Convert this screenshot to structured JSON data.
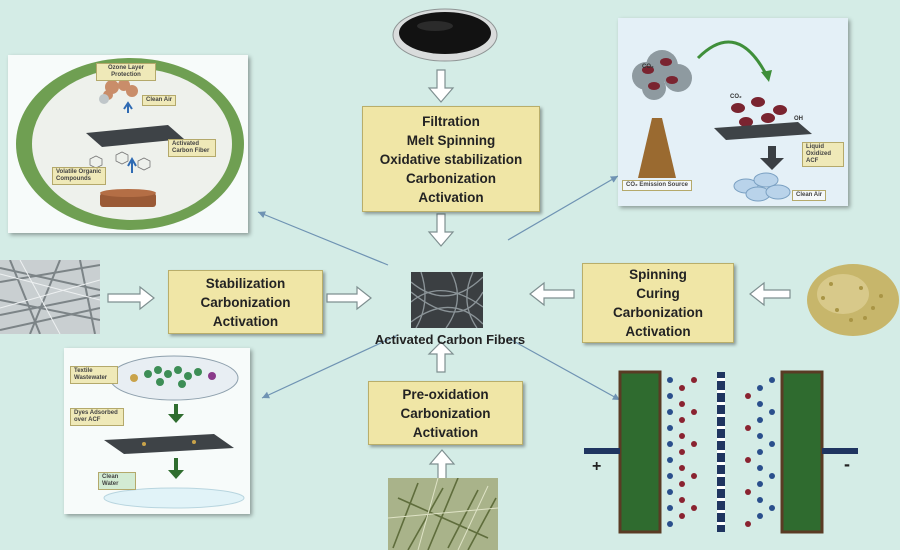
{
  "center": {
    "label": "Activated Carbon Fibers"
  },
  "boxes": {
    "top": [
      "Filtration",
      "Melt Spinning",
      "Oxidative stabilization",
      "Carbonization",
      "Activation"
    ],
    "left": [
      "Stabilization",
      "Carbonization",
      "Activation"
    ],
    "right": [
      "Spinning",
      "Curing",
      "Carbonization",
      "Activation"
    ],
    "bottom": [
      "Pre-oxidation",
      "Carbonization",
      "Activation"
    ]
  },
  "panels": {
    "air": {
      "ozone": "Ozone Layer Protection",
      "clean_air": "Clean Air",
      "acf": "Activated Carbon Fiber",
      "voc": "Volatile Organic Compounds"
    },
    "co2": {
      "co2": "CO₂",
      "emission": "CO₂ Emission Source",
      "liquid": "Liquid Oxidized ACF",
      "clean_air": "Clean Air",
      "oh": "OH"
    },
    "water": {
      "textile": "Textile Wastewater",
      "dyes": "Dyes Adsorbed over ACF",
      "clean_water": "Clean Water"
    },
    "capacitor": {
      "plus": "+",
      "minus": "-"
    }
  },
  "colors": {
    "background": "#d4ece6",
    "box_fill": "#f0e6a6",
    "arrow_line": "#6f93b3"
  }
}
